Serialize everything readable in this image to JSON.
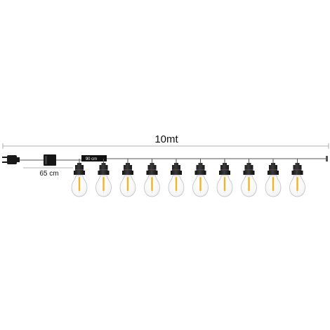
{
  "labels": {
    "total_length": "10mt",
    "lead_length": "65 cm",
    "bulb_spacing": "90 cm"
  },
  "bulbs": {
    "count": 10
  },
  "colors": {
    "cable": "#555555",
    "dimension_line": "#9a9a9a",
    "socket": "#1e1e1e",
    "filament": "#f0b428",
    "glass_outline": "#b8b8b8",
    "label_box": "#111111"
  },
  "icons": {
    "plug": "plug-icon",
    "switch": "inline-switch-icon",
    "bulb": "edison-bulb-icon"
  }
}
